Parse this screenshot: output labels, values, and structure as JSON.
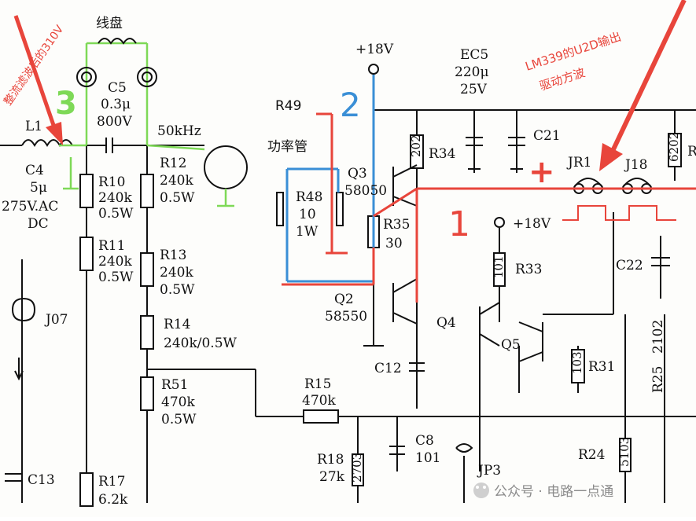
{
  "annotations": {
    "rectified_310v": "整流滤波后的310V",
    "lm339_line1": "LM339的U2D输出",
    "lm339_line2": "驱动方波",
    "num_1": "1",
    "num_2": "2",
    "num_3": "3",
    "plus": "+",
    "r49": "R49"
  },
  "components": {
    "coil": "线盘",
    "c5": "C5",
    "c5_value": "0.3μ",
    "c5_voltage": "800V",
    "freq": "50kHz",
    "power_tube": "功率管",
    "l1": "L1",
    "c4": "C4",
    "c4_value": "5μ",
    "c4_rating": "275V.AC",
    "c4_dc": "DC",
    "r10": "R10",
    "r10_value": "240k",
    "r10_power": "0.5W",
    "r11": "R11",
    "r11_value": "240k",
    "r11_power": "0.5W",
    "r12": "R12",
    "r12_value": "240k",
    "r12_power": "0.5W",
    "r13": "R13",
    "r13_value": "240k",
    "r13_power": "0.5W",
    "r14": "R14",
    "r14_value": "240k/0.5W",
    "r51": "R51",
    "r51_value": "470k",
    "r51_power": "0.5W",
    "r17": "R17",
    "r17_value": "6.2k",
    "c13": "C13",
    "j07": "J07",
    "r48": "R48",
    "r48_value": "10",
    "r48_power": "1W",
    "q3": "Q3",
    "q3_model": "58050",
    "r35": "R35",
    "r35_value": "30",
    "r34": "R34",
    "q2": "Q2",
    "q2_model": "58550",
    "c12": "C12",
    "r15": "R15",
    "r15_value": "470k",
    "r18": "R18",
    "r18_value": "27k",
    "r18_code": "2703",
    "c8": "C8",
    "c8_value": "101",
    "jp3": "JP3",
    "q4": "Q4",
    "q5": "Q5",
    "r31": "R31",
    "r31_code": "103",
    "r33": "R33",
    "r33_code": "101",
    "ec5": "EC5",
    "ec5_value": "220μ",
    "ec5_voltage": "25V",
    "c21": "C21",
    "jr1": "JR1",
    "j18": "J18",
    "c22": "C22",
    "r25": "R25",
    "r25_code": "2102",
    "r24": "R24",
    "r24_code": "5103",
    "r_right_code": "6202",
    "r_right_label": "R",
    "r34_code": "202",
    "v18_top": "+18V",
    "v18_mid": "+18V"
  },
  "watermark": "公众号 · 电路一点通",
  "colors": {
    "red": "#e8453b",
    "blue": "#3a8fd6",
    "green": "#7ed957",
    "ink": "#111111"
  }
}
